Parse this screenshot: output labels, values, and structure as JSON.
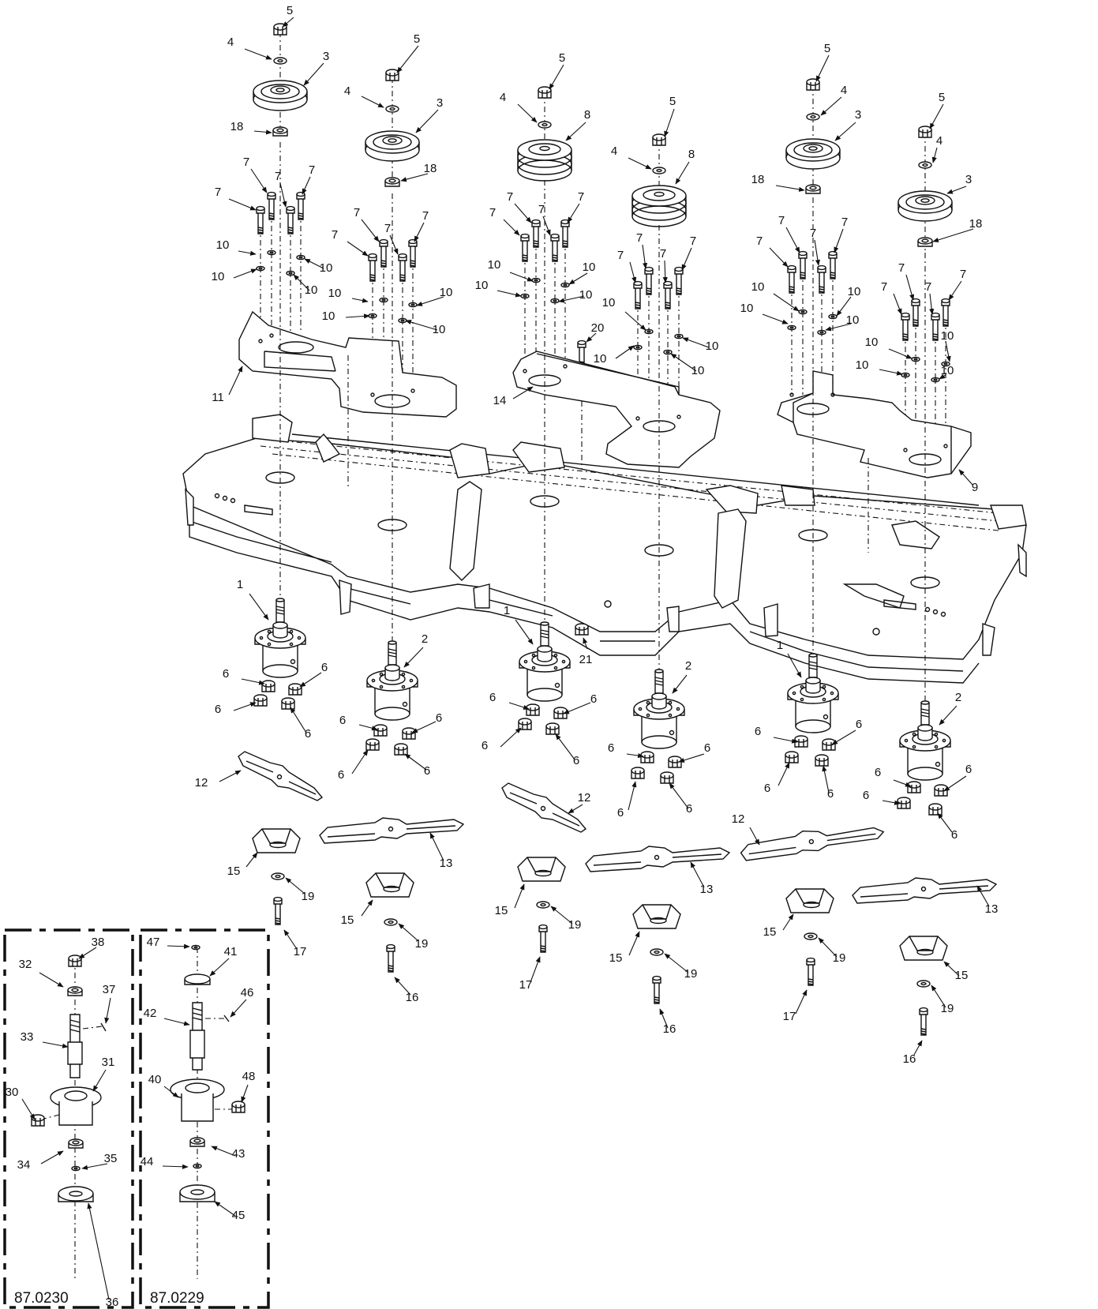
{
  "callouts": [
    {
      "id": "c5a",
      "text": "5"
    },
    {
      "id": "c4a",
      "text": "4"
    },
    {
      "id": "c3a",
      "text": "3"
    },
    {
      "id": "c18a",
      "text": "18"
    },
    {
      "id": "c5b",
      "text": "5"
    },
    {
      "id": "c4b",
      "text": "4"
    },
    {
      "id": "c3b",
      "text": "3"
    },
    {
      "id": "c18b",
      "text": "18"
    },
    {
      "id": "c5c",
      "text": "5"
    },
    {
      "id": "c4c",
      "text": "4"
    },
    {
      "id": "c8a",
      "text": "8"
    },
    {
      "id": "c5d",
      "text": "5"
    },
    {
      "id": "c4d",
      "text": "4"
    },
    {
      "id": "c8b",
      "text": "8"
    },
    {
      "id": "c5e",
      "text": "5"
    },
    {
      "id": "c4e",
      "text": "4"
    },
    {
      "id": "c3c",
      "text": "3"
    },
    {
      "id": "c18c",
      "text": "18"
    },
    {
      "id": "c5f",
      "text": "5"
    },
    {
      "id": "c4f",
      "text": "4"
    },
    {
      "id": "c3d",
      "text": "3"
    },
    {
      "id": "c18d",
      "text": "18"
    },
    {
      "id": "c7a",
      "text": "7"
    },
    {
      "id": "c7b",
      "text": "7"
    },
    {
      "id": "c7c",
      "text": "7"
    },
    {
      "id": "c7d",
      "text": "7"
    },
    {
      "id": "c7e",
      "text": "7"
    },
    {
      "id": "c7f",
      "text": "7"
    },
    {
      "id": "c7g",
      "text": "7"
    },
    {
      "id": "c7h",
      "text": "7"
    },
    {
      "id": "c7i",
      "text": "7"
    },
    {
      "id": "c7j",
      "text": "7"
    },
    {
      "id": "c7k",
      "text": "7"
    },
    {
      "id": "c7l",
      "text": "7"
    },
    {
      "id": "c7m",
      "text": "7"
    },
    {
      "id": "c7n",
      "text": "7"
    },
    {
      "id": "c7o",
      "text": "7"
    },
    {
      "id": "c7p",
      "text": "7"
    },
    {
      "id": "c7q",
      "text": "7"
    },
    {
      "id": "c7r",
      "text": "7"
    },
    {
      "id": "c7s",
      "text": "7"
    },
    {
      "id": "c7t",
      "text": "7"
    },
    {
      "id": "c7u",
      "text": "7"
    },
    {
      "id": "c7v",
      "text": "7"
    },
    {
      "id": "c7w",
      "text": "7"
    },
    {
      "id": "c7x",
      "text": "7"
    },
    {
      "id": "c10a",
      "text": "10"
    },
    {
      "id": "c10b",
      "text": "10"
    },
    {
      "id": "c10c",
      "text": "10"
    },
    {
      "id": "c10d",
      "text": "10"
    },
    {
      "id": "c10e",
      "text": "10"
    },
    {
      "id": "c10f",
      "text": "10"
    },
    {
      "id": "c10g",
      "text": "10"
    },
    {
      "id": "c10h",
      "text": "10"
    },
    {
      "id": "c10i",
      "text": "10"
    },
    {
      "id": "c10j",
      "text": "10"
    },
    {
      "id": "c10k",
      "text": "10"
    },
    {
      "id": "c10l",
      "text": "10"
    },
    {
      "id": "c10m",
      "text": "10"
    },
    {
      "id": "c10n",
      "text": "10"
    },
    {
      "id": "c10o",
      "text": "10"
    },
    {
      "id": "c10p",
      "text": "10"
    },
    {
      "id": "c10q",
      "text": "10"
    },
    {
      "id": "c10r",
      "text": "10"
    },
    {
      "id": "c10s",
      "text": "10"
    },
    {
      "id": "c10t",
      "text": "10"
    },
    {
      "id": "c10u",
      "text": "10"
    },
    {
      "id": "c10v",
      "text": "10"
    },
    {
      "id": "c10w",
      "text": "10"
    },
    {
      "id": "c10x",
      "text": "10"
    },
    {
      "id": "c11",
      "text": "11"
    },
    {
      "id": "c14",
      "text": "14"
    },
    {
      "id": "c20",
      "text": "20"
    },
    {
      "id": "c9",
      "text": "9"
    },
    {
      "id": "c21",
      "text": "21"
    },
    {
      "id": "c1a",
      "text": "1"
    },
    {
      "id": "c2a",
      "text": "2"
    },
    {
      "id": "c1b",
      "text": "1"
    },
    {
      "id": "c2b",
      "text": "2"
    },
    {
      "id": "c1c",
      "text": "1"
    },
    {
      "id": "c2c",
      "text": "2"
    },
    {
      "id": "c6a",
      "text": "6"
    },
    {
      "id": "c6b",
      "text": "6"
    },
    {
      "id": "c6c",
      "text": "6"
    },
    {
      "id": "c6d",
      "text": "6"
    },
    {
      "id": "c6e",
      "text": "6"
    },
    {
      "id": "c6f",
      "text": "6"
    },
    {
      "id": "c6g",
      "text": "6"
    },
    {
      "id": "c6h",
      "text": "6"
    },
    {
      "id": "c6i",
      "text": "6"
    },
    {
      "id": "c6j",
      "text": "6"
    },
    {
      "id": "c6k",
      "text": "6"
    },
    {
      "id": "c6l",
      "text": "6"
    },
    {
      "id": "c6m",
      "text": "6"
    },
    {
      "id": "c6n",
      "text": "6"
    },
    {
      "id": "c6o",
      "text": "6"
    },
    {
      "id": "c6p",
      "text": "6"
    },
    {
      "id": "c6q",
      "text": "6"
    },
    {
      "id": "c6r",
      "text": "6"
    },
    {
      "id": "c6s",
      "text": "6"
    },
    {
      "id": "c6t",
      "text": "6"
    },
    {
      "id": "c6u",
      "text": "6"
    },
    {
      "id": "c6v",
      "text": "6"
    },
    {
      "id": "c6w",
      "text": "6"
    },
    {
      "id": "c6x",
      "text": "6"
    },
    {
      "id": "c12a",
      "text": "12"
    },
    {
      "id": "c12b",
      "text": "12"
    },
    {
      "id": "c12c",
      "text": "12"
    },
    {
      "id": "c13a",
      "text": "13"
    },
    {
      "id": "c13b",
      "text": "13"
    },
    {
      "id": "c13c",
      "text": "13"
    },
    {
      "id": "c15a",
      "text": "15"
    },
    {
      "id": "c15b",
      "text": "15"
    },
    {
      "id": "c15c",
      "text": "15"
    },
    {
      "id": "c15d",
      "text": "15"
    },
    {
      "id": "c15e",
      "text": "15"
    },
    {
      "id": "c15f",
      "text": "15"
    },
    {
      "id": "c19a",
      "text": "19"
    },
    {
      "id": "c19b",
      "text": "19"
    },
    {
      "id": "c19c",
      "text": "19"
    },
    {
      "id": "c19d",
      "text": "19"
    },
    {
      "id": "c19e",
      "text": "19"
    },
    {
      "id": "c19f",
      "text": "19"
    },
    {
      "id": "c17a",
      "text": "17"
    },
    {
      "id": "c17b",
      "text": "17"
    },
    {
      "id": "c17c",
      "text": "17"
    },
    {
      "id": "c16a",
      "text": "16"
    },
    {
      "id": "c16b",
      "text": "16"
    },
    {
      "id": "c16c",
      "text": "16"
    },
    {
      "id": "c38",
      "text": "38"
    },
    {
      "id": "c32",
      "text": "32"
    },
    {
      "id": "c37",
      "text": "37"
    },
    {
      "id": "c33",
      "text": "33"
    },
    {
      "id": "c31",
      "text": "31"
    },
    {
      "id": "c30",
      "text": "30"
    },
    {
      "id": "c34",
      "text": "34"
    },
    {
      "id": "c35",
      "text": "35"
    },
    {
      "id": "c36",
      "text": "36"
    },
    {
      "id": "c47",
      "text": "47"
    },
    {
      "id": "c41",
      "text": "41"
    },
    {
      "id": "c46",
      "text": "46"
    },
    {
      "id": "c42",
      "text": "42"
    },
    {
      "id": "c40",
      "text": "40"
    },
    {
      "id": "c48",
      "text": "48"
    },
    {
      "id": "c43",
      "text": "43"
    },
    {
      "id": "c44",
      "text": "44"
    },
    {
      "id": "c45",
      "text": "45"
    }
  ],
  "insets": [
    {
      "id": "inset-left",
      "code": "87.0230"
    },
    {
      "id": "inset-right",
      "code": "87.0229"
    }
  ]
}
